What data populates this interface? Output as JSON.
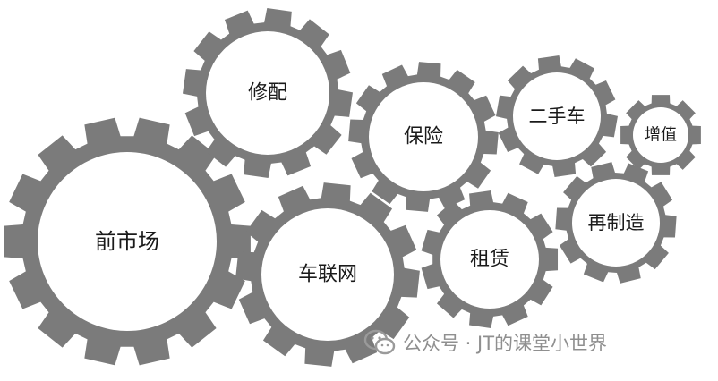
{
  "gears": [
    {
      "id": "aftermarket",
      "label": "前市场"
    },
    {
      "id": "repair",
      "label": "修配"
    },
    {
      "id": "insurance",
      "label": "保险"
    },
    {
      "id": "used-car",
      "label": "二手车"
    },
    {
      "id": "value-add",
      "label": "增值"
    },
    {
      "id": "iov",
      "label": "车联网"
    },
    {
      "id": "leasing",
      "label": "租赁"
    },
    {
      "id": "remanufacture",
      "label": "再制造"
    }
  ],
  "watermark": {
    "text": "公众号 · JT的课堂小世界",
    "icon": "wechat-icon"
  },
  "colors": {
    "gear": "#7b7b7b",
    "hub": "#ffffff",
    "watermark": "#8f8f8f"
  }
}
